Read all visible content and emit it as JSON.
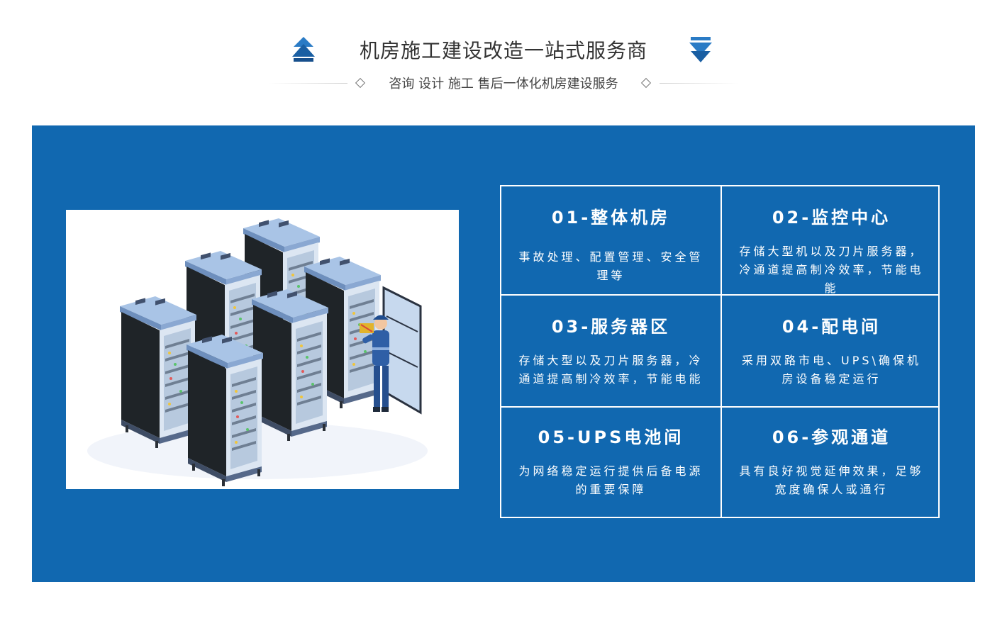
{
  "header": {
    "title": "机房施工建设改造一站式服务商",
    "subtitle": "咨询 设计 施工 售后一体化机房建设服务"
  },
  "icons": {
    "up": "double-chevron-up-icon",
    "down": "double-chevron-down-icon",
    "diamond": "diamond-outline-icon"
  },
  "colors": {
    "panel": "#1168b0",
    "accent": "#2a7bc5"
  },
  "illustration": {
    "subject": "server-rack-room-illustration"
  },
  "areas": [
    {
      "title": "01-整体机房",
      "desc": "事故处理、配置管理、安全管理等"
    },
    {
      "title": "02-监控中心",
      "desc": "存储大型机以及刀片服务器，冷通道提高制冷效率，节能电能"
    },
    {
      "title": "03-服务器区",
      "desc": "存储大型以及刀片服务器，冷通道提高制冷效率，节能电能"
    },
    {
      "title": "04-配电间",
      "desc": "采用双路市电、UPS\\确保机房设备稳定运行"
    },
    {
      "title": "05-UPS电池间",
      "desc": "为网络稳定运行提供后备电源的重要保障"
    },
    {
      "title": "06-参观通道",
      "desc": "具有良好视觉延伸效果，足够宽度确保人或通行"
    }
  ]
}
